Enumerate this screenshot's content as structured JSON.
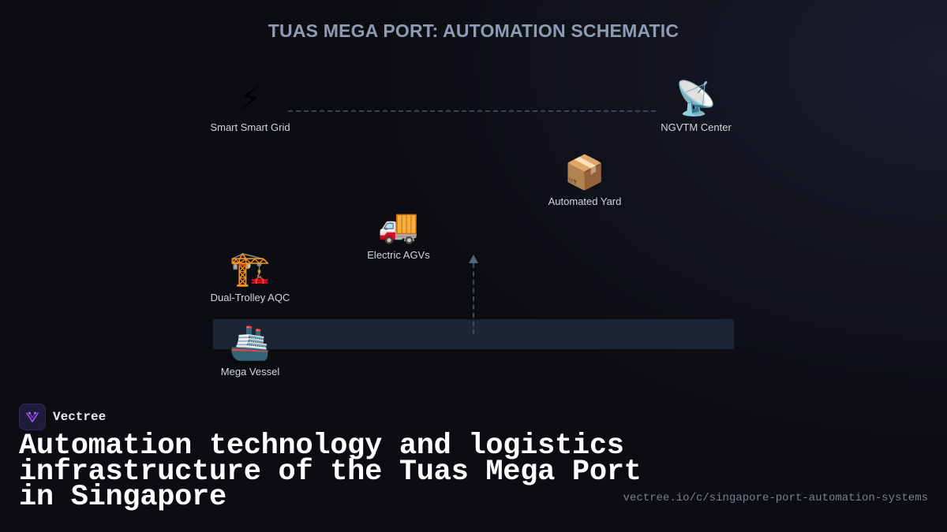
{
  "diagram": {
    "title": "TUAS MEGA PORT: AUTOMATION SCHEMATIC",
    "nodes": [
      {
        "id": "smart-grid",
        "label": "Smart Smart Grid",
        "icon": "lightning-bolt-icon",
        "glyph": "⚡"
      },
      {
        "id": "ngvtm",
        "label": "NGVTM Center",
        "icon": "satellite-dish-icon",
        "glyph": "📡"
      },
      {
        "id": "yard",
        "label": "Automated Yard",
        "icon": "package-box-icon",
        "glyph": "📦"
      },
      {
        "id": "agv",
        "label": "Electric AGVs",
        "icon": "delivery-truck-icon",
        "glyph": "🚚"
      },
      {
        "id": "aqc",
        "label": "Dual-Trolley AQC",
        "icon": "construction-crane-icon",
        "glyph": "🏗️"
      },
      {
        "id": "vessel",
        "label": "Mega Vessel",
        "icon": "ship-icon",
        "glyph": "🚢"
      }
    ],
    "connections": [
      {
        "from": "smart-grid",
        "to": "ngvtm",
        "style": "dashed"
      },
      {
        "from": "quay",
        "to": "agv",
        "style": "dashed-arrow"
      }
    ],
    "colors": {
      "title": "#8e9bb3",
      "quay_band": "#1c2536",
      "connector": "#39435a",
      "label": "#d0d4dc"
    }
  },
  "footer": {
    "brand_name": "Vectree",
    "brand_logo_icon": "vectree-logo-icon",
    "headline": "Automation technology and logistics infrastructure of the Tuas Mega Port in Singapore",
    "url": "vectree.io/c/singapore-port-automation-systems"
  }
}
